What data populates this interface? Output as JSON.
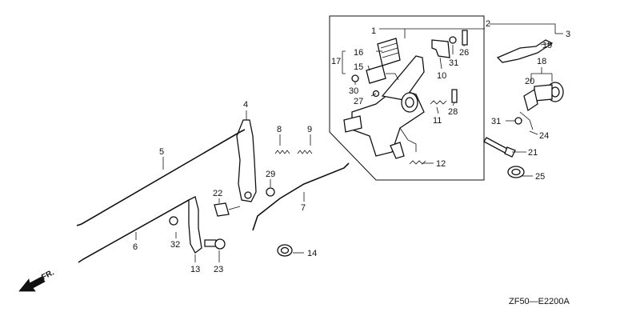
{
  "diagram_code": "ZF50—E2200A",
  "front_marker": "FR.",
  "callouts": {
    "p1": "1",
    "p2": "2",
    "p3": "3",
    "p4": "4",
    "p5": "5",
    "p6": "6",
    "p7": "7",
    "p8": "8",
    "p9": "9",
    "p10": "10",
    "p11": "11",
    "p12": "12",
    "p13": "13",
    "p14": "14",
    "p15": "15",
    "p16": "16",
    "p17": "17",
    "p18": "18",
    "p19": "19",
    "p20": "20",
    "p21": "21",
    "p22": "22",
    "p23": "23",
    "p24": "24",
    "p25": "25",
    "p26": "26",
    "p27": "27",
    "p28": "28",
    "p29": "29",
    "p30": "30",
    "p31a": "31",
    "p31b": "31",
    "p32": "32"
  }
}
